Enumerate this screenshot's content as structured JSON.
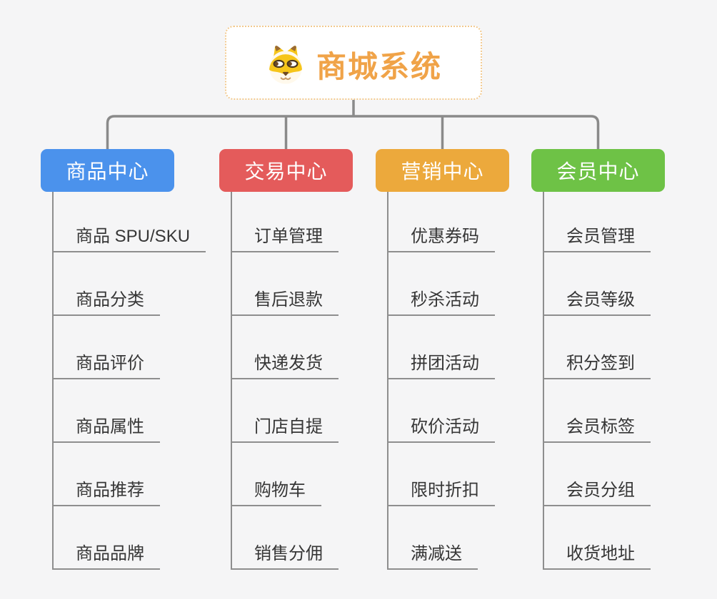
{
  "canvas": {
    "background": "#f5f5f6",
    "connector_color": "#8a8a8a",
    "leaf_line_color": "#8e8e8e",
    "leaf_text_color": "#363636"
  },
  "root": {
    "title": "商城系统",
    "title_color": "#f0a348",
    "border_color": "#f2c98e",
    "icon": "dog-face-icon"
  },
  "branches": [
    {
      "label": "商品中心",
      "color": "#4b92ec",
      "items": [
        "商品 SPU/SKU",
        "商品分类",
        "商品评价",
        "商品属性",
        "商品推荐",
        "商品品牌"
      ]
    },
    {
      "label": "交易中心",
      "color": "#e45b5b",
      "items": [
        "订单管理",
        "售后退款",
        "快递发货",
        "门店自提",
        "购物车",
        "销售分佣"
      ]
    },
    {
      "label": "营销中心",
      "color": "#eca93c",
      "items": [
        "优惠券码",
        "秒杀活动",
        "拼团活动",
        "砍价活动",
        "限时折扣",
        "满减送"
      ]
    },
    {
      "label": "会员中心",
      "color": "#6ec246",
      "items": [
        "会员管理",
        "会员等级",
        "积分签到",
        "会员标签",
        "会员分组",
        "收货地址"
      ]
    }
  ]
}
